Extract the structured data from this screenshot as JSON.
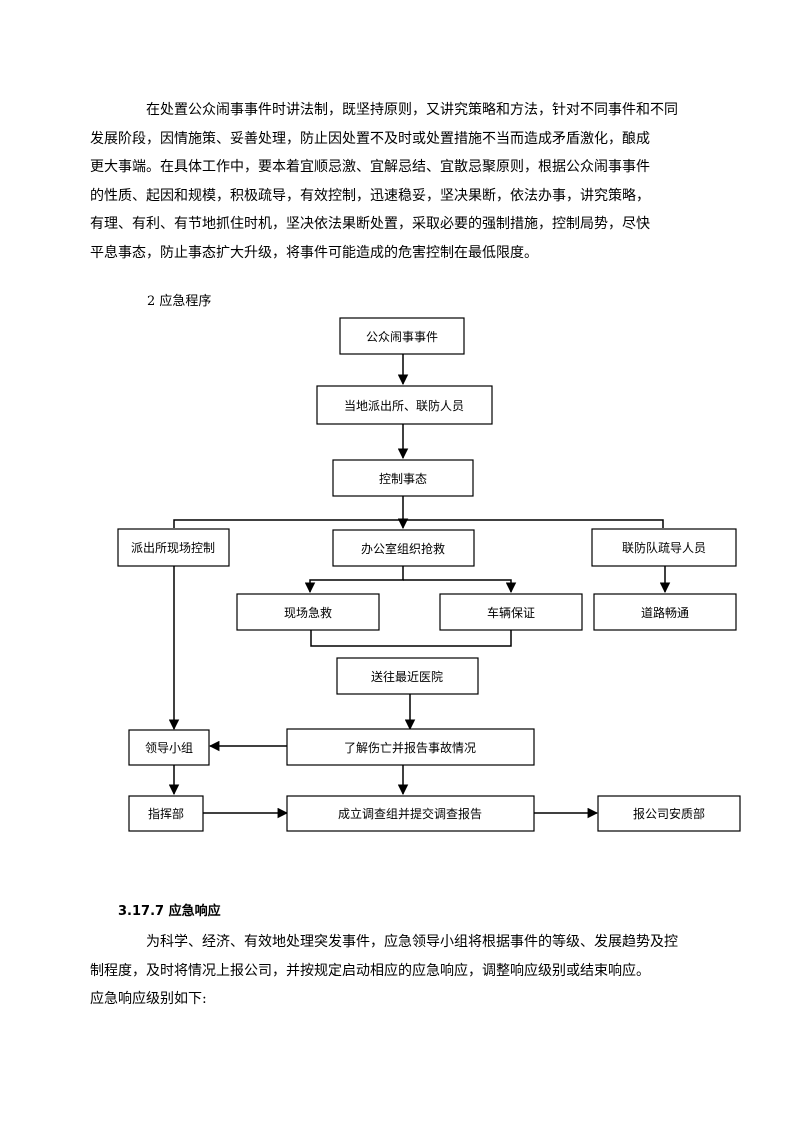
{
  "intro_lines": [
    "在处置公众闹事事件时讲法制，既坚持原则，又讲究策略和方法，针对不同事件和不同",
    "发展阶段，因情施策、妥善处理，防止因处置不及时或处置措施不当而造成矛盾激化，酿成",
    "更大事端。在具体工作中，要本着宜顺忌激、宜解忌结、宜散忌聚原则，根据公众闹事事件",
    "的性质、起因和规模，积极疏导，有效控制，迅速稳妥，坚决果断，依法办事，讲究策略，",
    "有理、有利、有节地抓住时机，坚决依法果断处置，采取必要的强制措施，控制局势，尽快",
    "平息事态，防止事态扩大升级，将事件可能造成的危害控制在最低限度。"
  ],
  "subheading": "2 应急程序",
  "flowchart": {
    "event": "公众闹事事件",
    "local_police": "当地派出所、联防人员",
    "control": "控制事态",
    "station_control": "派出所现场控制",
    "office_rescue": "办公室组织抢救",
    "patrol_guide": "联防队疏导人员",
    "onsite_aid": "现场急救",
    "vehicle": "车辆保证",
    "road": "道路畅通",
    "hospital": "送往最近医院",
    "casualty_report": "了解伤亡并报告事故情况",
    "leader_group": "领导小组",
    "command": "指挥部",
    "investigation": "成立调查组并提交调查报告",
    "safety_dept": "报公司安质部"
  },
  "section_heading": "3.17.7 应急响应",
  "response_lines": [
    "为科学、经济、有效地处理突发事件，应急领导小组将根据事件的等级、发展趋势及控",
    "制程度，及时将情况上报公司，并按规定启动相应的应急响应，调整响应级别或结束响应。",
    "应急响应级别如下:"
  ]
}
